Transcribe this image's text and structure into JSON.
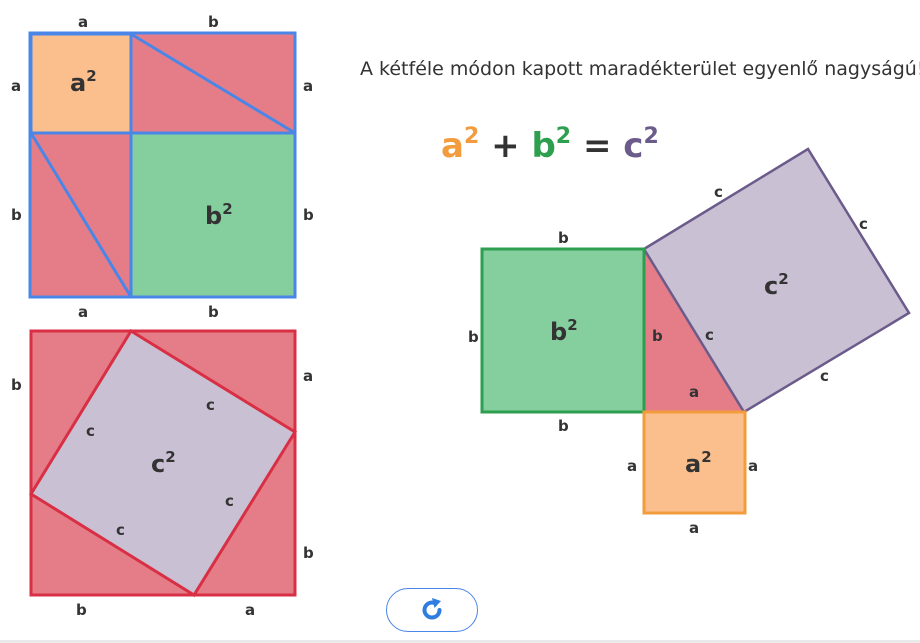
{
  "caption": "A kétféle módon kapott maradékterület egyenlő nagyságú!",
  "formula": {
    "a": "a",
    "b": "b",
    "c": "c",
    "exp": "2",
    "plus": "+",
    "eq": "=",
    "colors": {
      "a": "#f39c3d",
      "b": "#2e9e4f",
      "c": "#6b5b8b",
      "op": "#333333"
    }
  },
  "labels": {
    "a": "a",
    "b": "b",
    "c": "c",
    "sq": "2"
  },
  "colors": {
    "triangle_fill": "#e57d88",
    "a_square_fill": "#fbbf8e",
    "a_square_stroke": "#f39c3d",
    "b_square_fill": "#85cf9f",
    "b_square_stroke": "#2e9e4f",
    "c_square_fill": "#c9c0d3",
    "c_square_stroke": "#6b5b8b",
    "top_frame": "#4a86e8",
    "bottom_frame": "#d92f44"
  },
  "reset_icon": "refresh-icon"
}
